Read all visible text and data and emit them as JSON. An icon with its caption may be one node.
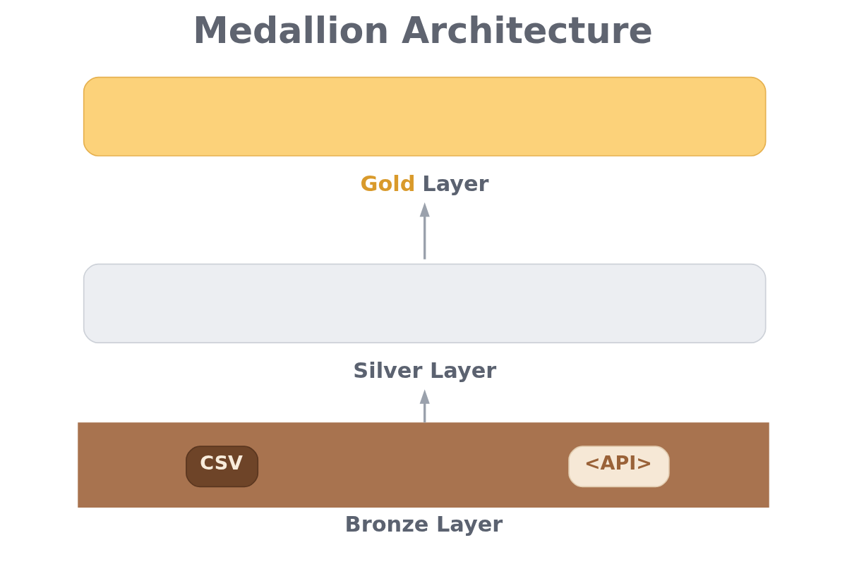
{
  "diagram": {
    "title": "Medallion Architecture",
    "nodes": [
      {
        "text": [
          "Gold Layer"
        ]
      },
      {
        "text": [
          "Silver Layer"
        ]
      },
      {
        "text": [
          "Bronze Layer"
        ]
      },
      {
        "text": [
          "CSV"
        ],
        "in": 2
      },
      {
        "text": [
          "<API>"
        ],
        "in": 2
      }
    ],
    "edges": [
      {
        "from": 1,
        "to": 0,
        "arrow": "to"
      },
      {
        "from": 2,
        "to": 1,
        "arrow": "to"
      }
    ]
  }
}
